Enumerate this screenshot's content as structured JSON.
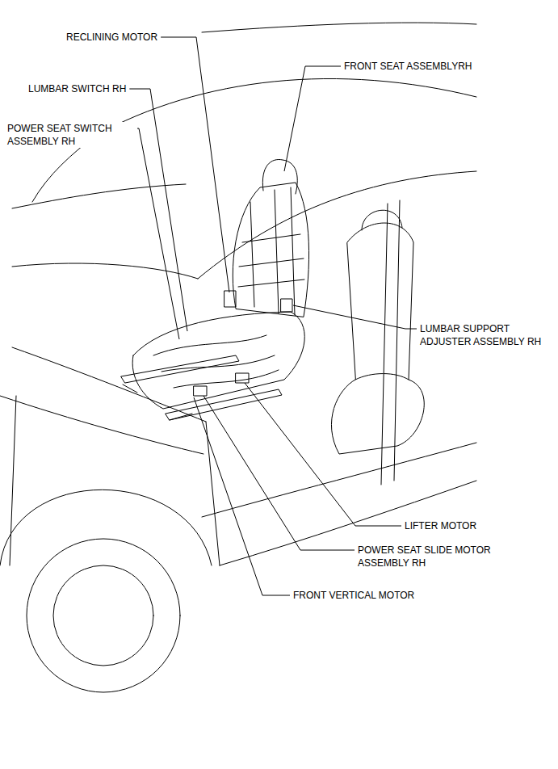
{
  "diagram": {
    "labels": [
      "RECLINING MOTOR",
      "FRONT SEAT ASSEMBLYRH",
      "LUMBAR SWITCH RH",
      "POWER SEAT SWITCH ASSEMBLY RH",
      "LUMBAR SUPPORT ADJUSTER ASSEMBLY RH",
      "LIFTER MOTOR",
      "POWER SEAT SLIDE MOTOR ASSEMBLY RH",
      "FRONT VERTICAL MOTOR"
    ]
  }
}
